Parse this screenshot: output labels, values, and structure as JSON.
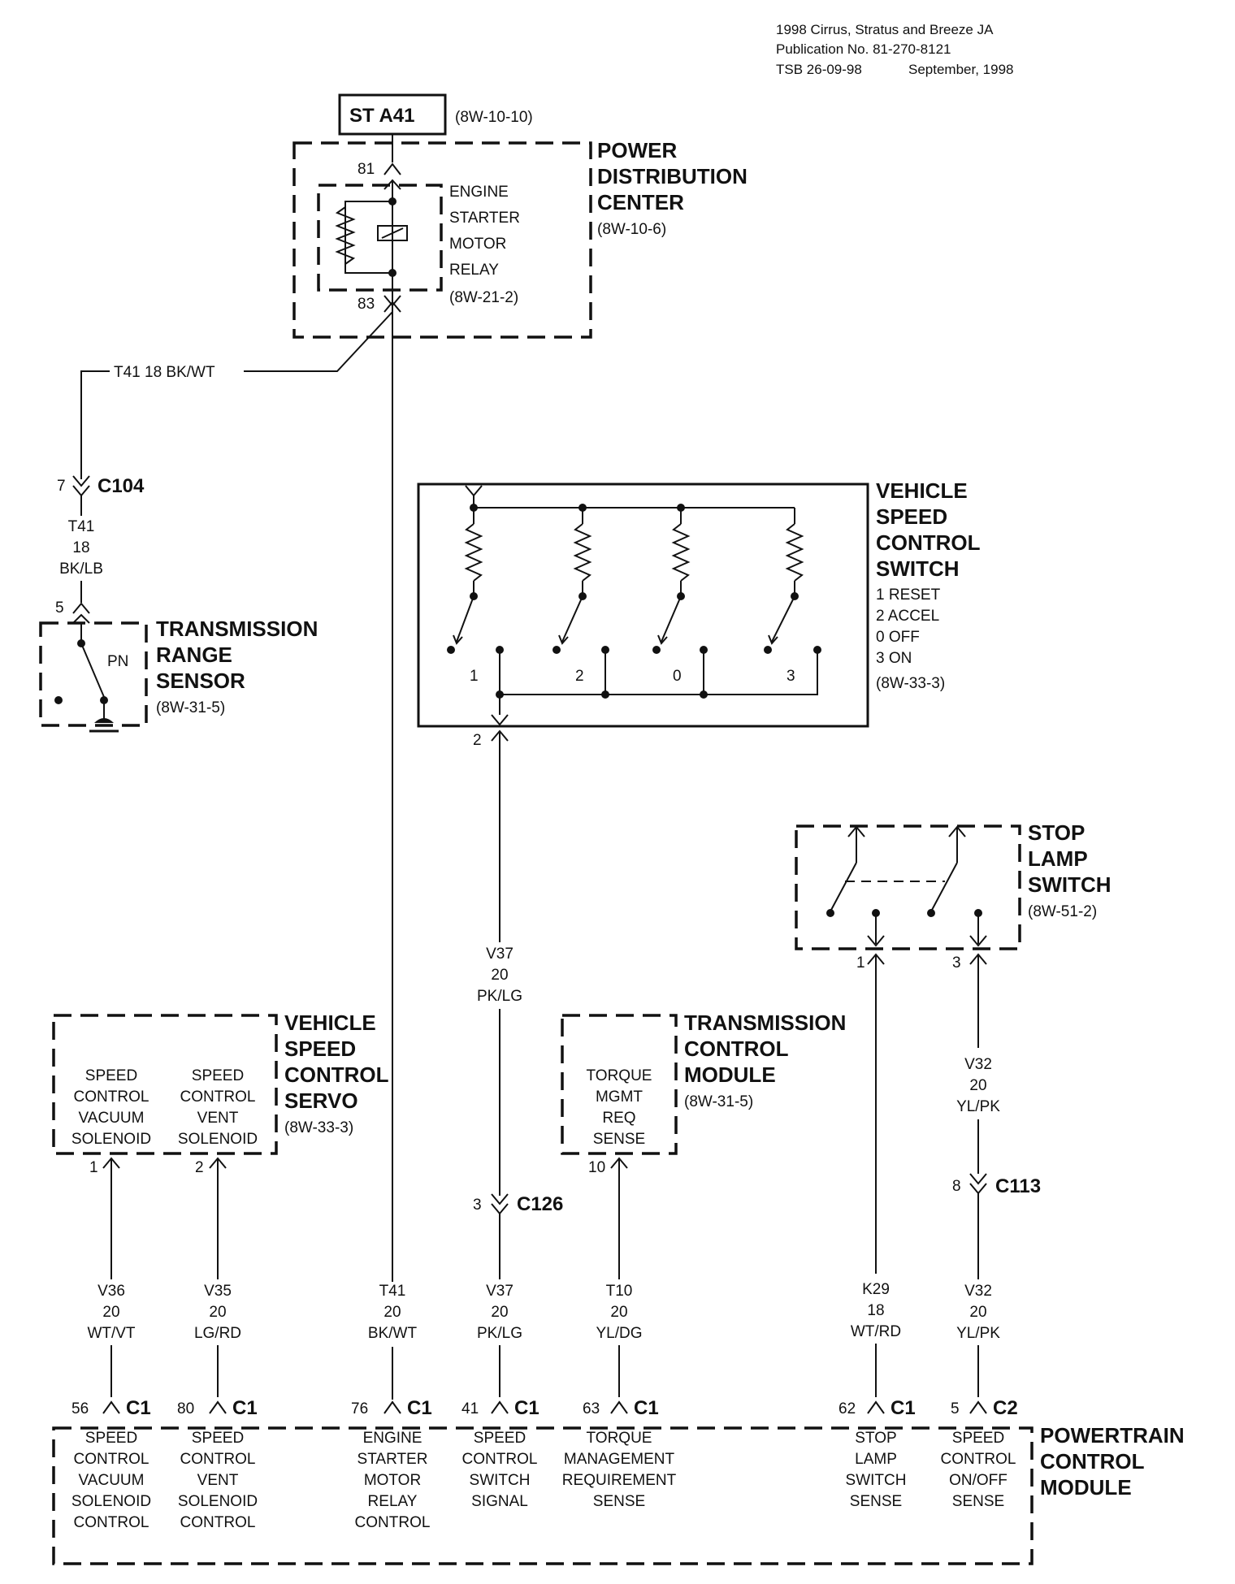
{
  "header": {
    "line1": "1998 Cirrus, Stratus and Breeze JA",
    "line2": "Publication No. 81-270-8121",
    "line3": "TSB 26-09-98",
    "line3_date": "September, 1998"
  },
  "source_box": {
    "label": "ST A41",
    "ref": "(8W-10-10)"
  },
  "pdc": {
    "title": [
      "POWER",
      "DISTRIBUTION",
      "CENTER"
    ],
    "ref": "(8W-10-6)",
    "relay_label": [
      "ENGINE",
      "STARTER",
      "MOTOR",
      "RELAY"
    ],
    "relay_ref": "(8W-21-2)",
    "pin_in": "81",
    "pin_out": "83"
  },
  "wire_t41_top": "T41 18 BK/WT",
  "c104": {
    "pin": "7",
    "name": "C104",
    "wire": [
      "T41",
      "18",
      "BK/LB"
    ]
  },
  "trs": {
    "pin": "5",
    "title": [
      "TRANSMISSION",
      "RANGE",
      "SENSOR"
    ],
    "ref": "(8W-31-5)",
    "switch_label": "PN"
  },
  "vsc_switch": {
    "title": [
      "VEHICLE",
      "SPEED",
      "CONTROL",
      "SWITCH"
    ],
    "positions": [
      "1 RESET",
      "2 ACCEL",
      "0 OFF",
      "3 ON"
    ],
    "ref": "(8W-33-3)",
    "contacts": [
      "1",
      "2",
      "0",
      "3"
    ],
    "pin_out": "2"
  },
  "wire_v37_mid": [
    "V37",
    "20",
    "PK/LG"
  ],
  "stop_lamp": {
    "title": [
      "STOP",
      "LAMP",
      "SWITCH"
    ],
    "ref": "(8W-51-2)",
    "pin_a": "1",
    "pin_b": "3"
  },
  "wire_v32_mid": [
    "V32",
    "20",
    "YL/PK"
  ],
  "c113": {
    "pin": "8",
    "name": "C113"
  },
  "servo": {
    "title": [
      "VEHICLE",
      "SPEED",
      "CONTROL",
      "SERVO"
    ],
    "ref": "(8W-33-3)",
    "vacuum": [
      "SPEED",
      "CONTROL",
      "VACUUM",
      "SOLENOID"
    ],
    "vent": [
      "SPEED",
      "CONTROL",
      "VENT",
      "SOLENOID"
    ],
    "pin_vac": "1",
    "pin_vent": "2"
  },
  "tcm": {
    "title": [
      "TRANSMISSION",
      "CONTROL",
      "MODULE"
    ],
    "ref": "(8W-31-5)",
    "inner": [
      "TORQUE",
      "MGMT",
      "REQ",
      "SENSE"
    ],
    "pin": "10"
  },
  "c126": {
    "pin": "3",
    "name": "C126"
  },
  "bottom_wires": [
    [
      "V36",
      "20",
      "WT/VT"
    ],
    [
      "V35",
      "20",
      "LG/RD"
    ],
    [
      "T41",
      "20",
      "BK/WT"
    ],
    [
      "V37",
      "20",
      "PK/LG"
    ],
    [
      "T10",
      "20",
      "YL/DG"
    ],
    [
      "K29",
      "18",
      "WT/RD"
    ],
    [
      "V32",
      "20",
      "YL/PK"
    ]
  ],
  "pcm": {
    "title": [
      "POWERTRAIN",
      "CONTROL",
      "MODULE"
    ],
    "pins": [
      {
        "pin": "56",
        "conn": "C1",
        "label": [
          "SPEED",
          "CONTROL",
          "VACUUM",
          "SOLENOID",
          "CONTROL"
        ]
      },
      {
        "pin": "80",
        "conn": "C1",
        "label": [
          "SPEED",
          "CONTROL",
          "VENT",
          "SOLENOID",
          "CONTROL"
        ]
      },
      {
        "pin": "76",
        "conn": "C1",
        "label": [
          "ENGINE",
          "STARTER",
          "MOTOR",
          "RELAY",
          "CONTROL"
        ]
      },
      {
        "pin": "41",
        "conn": "C1",
        "label": [
          "SPEED",
          "CONTROL",
          "SWITCH",
          "SIGNAL"
        ]
      },
      {
        "pin": "63",
        "conn": "C1",
        "label": [
          "TORQUE",
          "MANAGEMENT",
          "REQUIREMENT",
          "SENSE"
        ]
      },
      {
        "pin": "62",
        "conn": "C1",
        "label": [
          "STOP",
          "LAMP",
          "SWITCH",
          "SENSE"
        ]
      },
      {
        "pin": "5",
        "conn": "C2",
        "label": [
          "SPEED",
          "CONTROL",
          "ON/OFF",
          "SENSE"
        ]
      }
    ]
  }
}
